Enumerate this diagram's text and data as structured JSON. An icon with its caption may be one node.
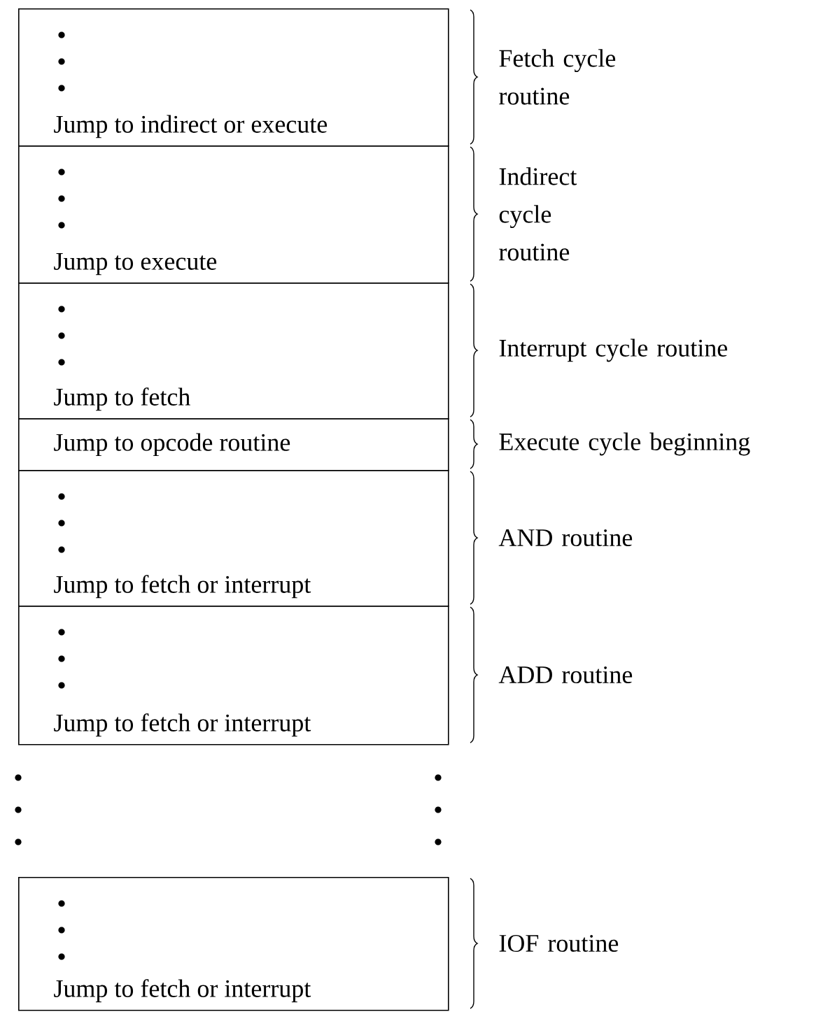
{
  "diagram": {
    "nodes": [
      {
        "text": [
          "Jump to indirect or execute"
        ],
        "beside": [
          "Fetch cycle routine"
        ]
      },
      {
        "text": [
          "Jump to execute"
        ],
        "beside": [
          "Indirect cycle routine"
        ]
      },
      {
        "text": [
          "Jump to fetch"
        ],
        "beside": [
          "Interrupt cycle routine"
        ]
      },
      {
        "text": [
          "Jump to opcode routine"
        ],
        "beside": [
          "Execute cycle beginning"
        ]
      },
      {
        "text": [
          "Jump to fetch or interrupt"
        ],
        "beside": [
          "AND routine"
        ]
      },
      {
        "text": [
          "Jump to fetch or interrupt"
        ],
        "beside": [
          "ADD routine"
        ]
      },
      {
        "text": [
          "Jump to fetch or interrupt"
        ],
        "beside": [
          "IOF routine"
        ]
      }
    ]
  }
}
